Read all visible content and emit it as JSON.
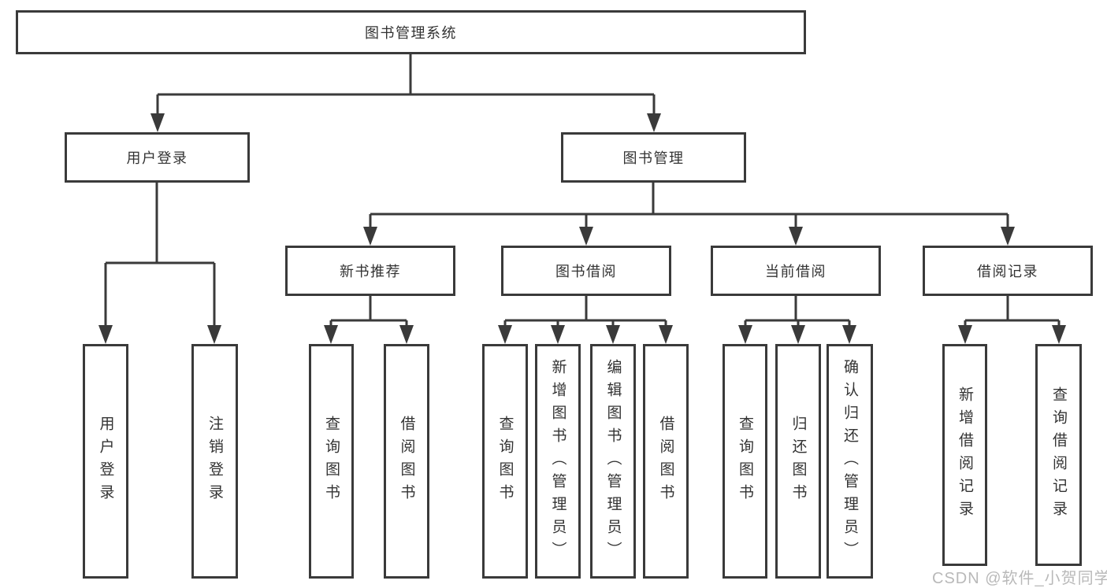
{
  "diagram": {
    "root": {
      "label": "图书管理系统"
    },
    "branches": [
      {
        "label": "用户登录",
        "children": [
          {
            "label": "用户登录"
          },
          {
            "label": "注销登录"
          }
        ]
      },
      {
        "label": "图书管理",
        "children": [
          {
            "label": "新书推荐",
            "children": [
              {
                "label": "查询图书"
              },
              {
                "label": "借阅图书"
              }
            ]
          },
          {
            "label": "图书借阅",
            "children": [
              {
                "label": "查询图书"
              },
              {
                "label": "新增图书（管理员）"
              },
              {
                "label": "编辑图书（管理员）"
              },
              {
                "label": "借阅图书"
              }
            ]
          },
          {
            "label": "当前借阅",
            "children": [
              {
                "label": "查询图书"
              },
              {
                "label": "归还图书"
              },
              {
                "label": "确认归还（管理员）"
              }
            ]
          },
          {
            "label": "借阅记录",
            "children": [
              {
                "label": "新增借阅记录"
              },
              {
                "label": "查询借阅记录"
              }
            ]
          }
        ]
      }
    ]
  },
  "colors": {
    "line": "#3a3a3a",
    "text": "#333333",
    "watermark": "#b9b9b9",
    "background": "#ffffff"
  },
  "watermark": {
    "text": "CSDN @软件_小贺同学"
  }
}
